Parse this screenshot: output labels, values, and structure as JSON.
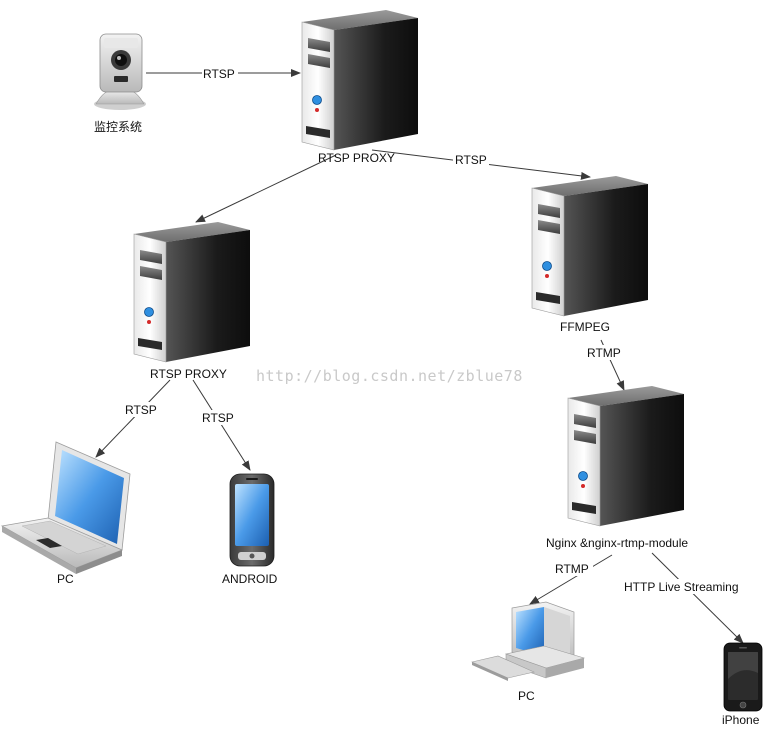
{
  "nodes": {
    "camera": {
      "label": "监控系统",
      "icon": "webcam-icon"
    },
    "proxy_top": {
      "label": "RTSP PROXY",
      "icon": "server-icon"
    },
    "ffmpeg": {
      "label": "FFMPEG",
      "icon": "server-icon"
    },
    "proxy_left": {
      "label": "RTSP PROXY",
      "icon": "server-icon"
    },
    "nginx": {
      "label": "Nginx &nginx-rtmp-module",
      "icon": "server-icon"
    },
    "laptop_pc": {
      "label": "PC",
      "icon": "laptop-icon"
    },
    "android": {
      "label": "ANDROID",
      "icon": "smartphone-icon"
    },
    "desktop_pc": {
      "label": "PC",
      "icon": "desktop-computer-icon"
    },
    "iphone": {
      "label": "iPhone",
      "icon": "iphone-icon"
    }
  },
  "edges": [
    {
      "from": "camera",
      "to": "proxy_top",
      "label": "RTSP"
    },
    {
      "from": "proxy_top",
      "to": "ffmpeg",
      "label": "RTSP"
    },
    {
      "from": "proxy_top",
      "to": "proxy_left",
      "label": ""
    },
    {
      "from": "ffmpeg",
      "to": "nginx",
      "label": "RTMP"
    },
    {
      "from": "proxy_left",
      "to": "laptop_pc",
      "label": "RTSP"
    },
    {
      "from": "proxy_left",
      "to": "android",
      "label": "RTSP"
    },
    {
      "from": "nginx",
      "to": "desktop_pc",
      "label": "RTMP"
    },
    {
      "from": "nginx",
      "to": "iphone",
      "label": "HTTP Live Streaming"
    }
  ],
  "watermark": "http://blog.csdn.net/zblue78",
  "colors": {
    "line": "#3a3a3a",
    "server_dark": "#1e1e1e",
    "screen_blue": "#3a7fd0",
    "led_blue": "#2f8fe0"
  }
}
